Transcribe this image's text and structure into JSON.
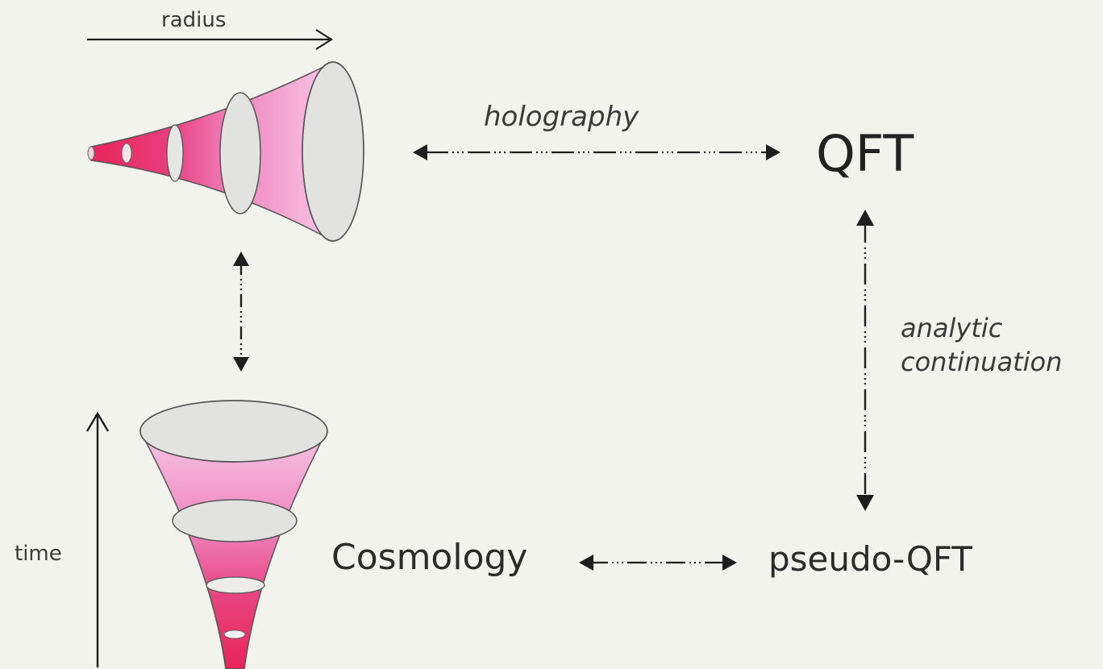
{
  "labels": {
    "radius": "radius",
    "time": "time",
    "holography": "holography",
    "qft": "QFT",
    "analytic_line1": "analytic",
    "analytic_line2": "continuation",
    "cosmology": "Cosmology",
    "pseudo_qft": "pseudo-QFT"
  },
  "colors": {
    "background": "#f3f3ee",
    "cone_light": "#f7bfe0",
    "cone_mid": "#ee7ab8",
    "cone_dark": "#e8235a",
    "disk": "#e2e2e0",
    "arrow": "#1e1e1e"
  }
}
